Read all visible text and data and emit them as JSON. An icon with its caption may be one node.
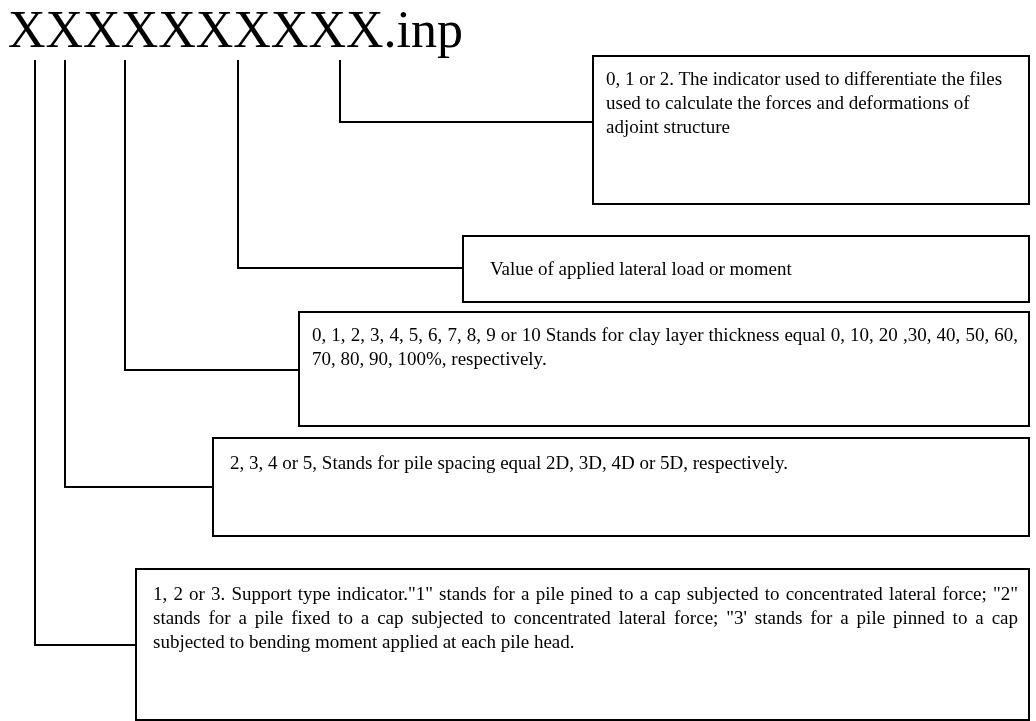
{
  "diagram": {
    "nodes": [
      {
        "text": [
          "XXXXXXXXXX.inp"
        ]
      },
      {
        "text": [
          "0, 1 or 2. The indicator used to differentiate the files used to calculate the forces and deformations of adjoint structure"
        ]
      },
      {
        "text": [
          "Value of applied lateral load or moment"
        ]
      },
      {
        "text": [
          "0, 1, 2, 3, 4, 5, 6, 7, 8, 9 or 10 Stands for clay layer thickness equal 0, 10, 20 ,30, 40, 50, 60, 70, 80, 90, 100%, respectively."
        ]
      },
      {
        "text": [
          "2, 3, 4 or 5, Stands for pile spacing equal 2D, 3D, 4D or 5D, respectively."
        ]
      },
      {
        "text": [
          "1, 2 or 3. Support type indicator.\"1\" stands for a pile pined to a cap subjected to concentrated lateral force; \"2\" stands for a pile fixed to a cap subjected to concentrated lateral force; \"3' stands for a pile pinned to a cap subjected to bending moment applied at each pile head."
        ]
      }
    ],
    "edges": [
      {
        "from": 0,
        "to": 1,
        "arrow": "none"
      },
      {
        "from": 0,
        "to": 2,
        "arrow": "none"
      },
      {
        "from": 0,
        "to": 3,
        "arrow": "none"
      },
      {
        "from": 0,
        "to": 4,
        "arrow": "none"
      },
      {
        "from": 0,
        "to": 5,
        "arrow": "none"
      }
    ]
  }
}
